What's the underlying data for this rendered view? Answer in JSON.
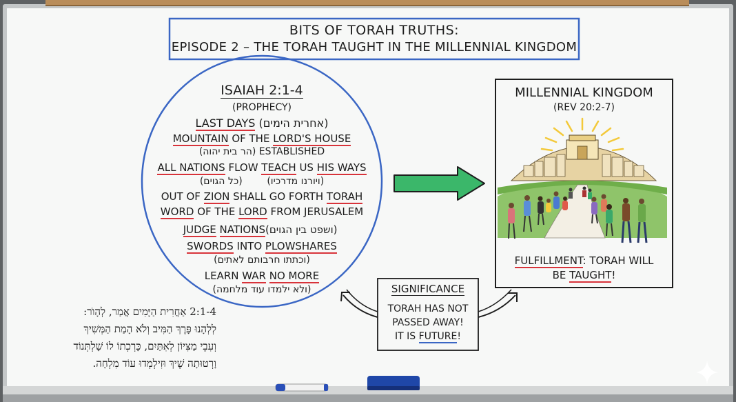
{
  "title": {
    "line1": "BITS OF TORAH TRUTHS:",
    "line2": "EPISODE 2 – THE TORAH TAUGHT IN THE MILLENNIAL KINGDOM"
  },
  "circle": {
    "heading": "ISAIAH 2:1-4",
    "sub": "(PROPHECY)",
    "l1_a": "LAST DAYS",
    "l1_b": "(אחרית הימים)",
    "l2_a": "MOUNTAIN",
    "l2_b": " OF THE ",
    "l2_c": "LORD'S HOUSE",
    "l3_a": "(הר בית יהוה)",
    "l3_b": " ESTABLISHED",
    "l4_a": "ALL NATIONS",
    "l4_b": " FLOW  ",
    "l4_c": "TEACH",
    "l4_d": " US ",
    "l4_e": "HIS WAYS",
    "l5_a": "(כל הגוים)",
    "l5_b": "(ויורנו מדרכיו)",
    "l6_a": "OUT OF ",
    "l6_b": "ZION",
    "l6_c": " SHALL GO FORTH ",
    "l6_d": "TORAH",
    "l7_a": "WORD",
    "l7_b": " OF THE ",
    "l7_c": "LORD",
    "l7_d": " FROM JERUSALEM",
    "l8_a": "JUDGE",
    "l8_b": " ",
    "l8_c": "NATIONS",
    "l8_d": " (ושפט בין הגוים)",
    "l9_a": "SWORDS",
    "l9_b": " INTO ",
    "l9_c": "PLOWSHARES",
    "l10": "(וכתתו חרבותם לאתים)",
    "l11_a": "LEARN ",
    "l11_b": "WAR",
    "l11_c": " ",
    "l11_d": "NO MORE",
    "l12": "(ולא ילמדו עוד מלחמה)"
  },
  "kingdom": {
    "heading": "MILLENNIAL KINGDOM",
    "sub": "(REV 20:2-7)",
    "f1_a": "FULFILLMENT",
    "f1_b": ": TORAH WILL",
    "f2_a": "BE ",
    "f2_b": "TAUGHT",
    "f2_c": "!"
  },
  "significance": {
    "heading": "SIGNIFICANCE",
    "l1": "TORAH HAS NOT",
    "l2": "PASSED AWAY!",
    "l3_a": "IT IS ",
    "l3_b": "FUTURE",
    "l3_c": "!"
  },
  "hebrew": {
    "l1": "2:1-4  אַחֲרִית הַיָּמִים אֲמַר, לְהָוֺר:",
    "l2": "לְלְהָנוּ פָּרֶךְ הַמִּיב וְלֹא הָמַת הַמְּשִׁיךְ",
    "l3": "וְעִבֵי מַצִּיוֹן לְאִתַּיִם, כָּרְכְתוֹ לוֹ שָׁלְתְּנוֹד",
    "l4": "וָרְטוּתָה שֶׁיךְ וּזִילְמְדוּ עוֹד מִלְחָה."
  },
  "colors": {
    "board": "#f7f8f7",
    "frame": "#b9bcbd",
    "blue": "#3a66c4",
    "red": "#d8333a",
    "arrow_green": "#3bb76a",
    "ink": "#1d1d1d"
  }
}
